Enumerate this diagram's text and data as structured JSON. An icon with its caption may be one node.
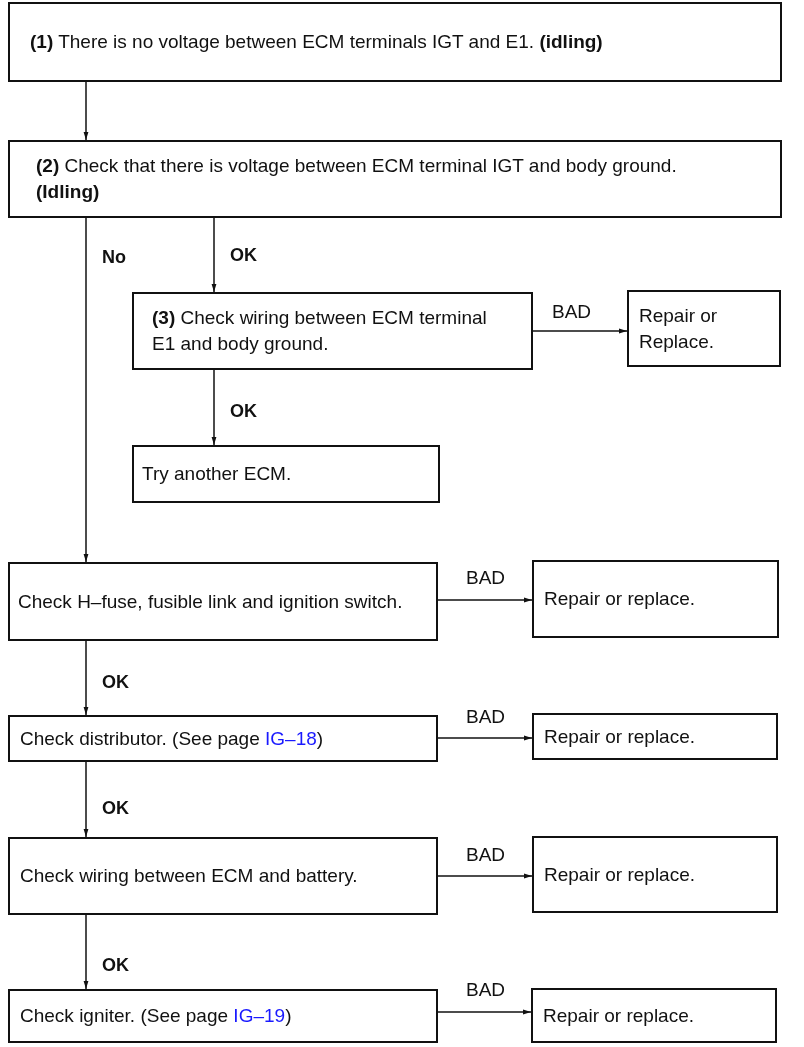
{
  "diagram": {
    "nodes": [
      {
        "text": [
          "**(1)** There is no voltage between ECM terminals IGT and E1. **(idling)**"
        ]
      },
      {
        "text": [
          "**(2)** Check that there is voltage between ECM terminal IGT and body ground. **(Idling)**"
        ]
      },
      {
        "text": [
          "**(3)** Check wiring between ECM terminal E1 and body ground."
        ]
      },
      {
        "text": [
          "Repair or Replace."
        ]
      },
      {
        "text": [
          "Try another ECM."
        ]
      },
      {
        "text": [
          "Check H–fuse, fusible link and ignition switch."
        ]
      },
      {
        "text": [
          "Repair or replace."
        ]
      },
      {
        "text": [
          "Check distributor. (See page",
          "IG–18",
          ")"
        ]
      },
      {
        "text": [
          "Repair or replace."
        ]
      },
      {
        "text": [
          "Check wiring between ECM and battery."
        ]
      },
      {
        "text": [
          "Repair or replace."
        ]
      },
      {
        "text": [
          "Check igniter. (See page",
          "IG–19",
          ")"
        ]
      },
      {
        "text": [
          "Repair or replace."
        ]
      }
    ],
    "edges": [
      {
        "from": 0,
        "to": 1,
        "arrow": "to"
      },
      {
        "from": 1,
        "to": 2,
        "arrow": "to",
        "label": "OK"
      },
      {
        "from": 2,
        "to": 3,
        "arrow": "to",
        "label": "BAD"
      },
      {
        "from": 2,
        "to": 4,
        "arrow": "to",
        "label": "OK"
      },
      {
        "from": 1,
        "to": 5,
        "arrow": "to",
        "label": "No"
      },
      {
        "from": 5,
        "to": 6,
        "arrow": "to",
        "label": "BAD"
      },
      {
        "from": 5,
        "to": 7,
        "arrow": "to",
        "label": "OK"
      },
      {
        "from": 7,
        "to": 8,
        "arrow": "to",
        "label": "BAD"
      },
      {
        "from": 7,
        "to": 9,
        "arrow": "to",
        "label": "OK"
      },
      {
        "from": 9,
        "to": 10,
        "arrow": "to",
        "label": "BAD"
      },
      {
        "from": 9,
        "to": 11,
        "arrow": "to",
        "label": "OK"
      },
      {
        "from": 11,
        "to": 12,
        "arrow": "to",
        "label": "BAD"
      }
    ]
  }
}
